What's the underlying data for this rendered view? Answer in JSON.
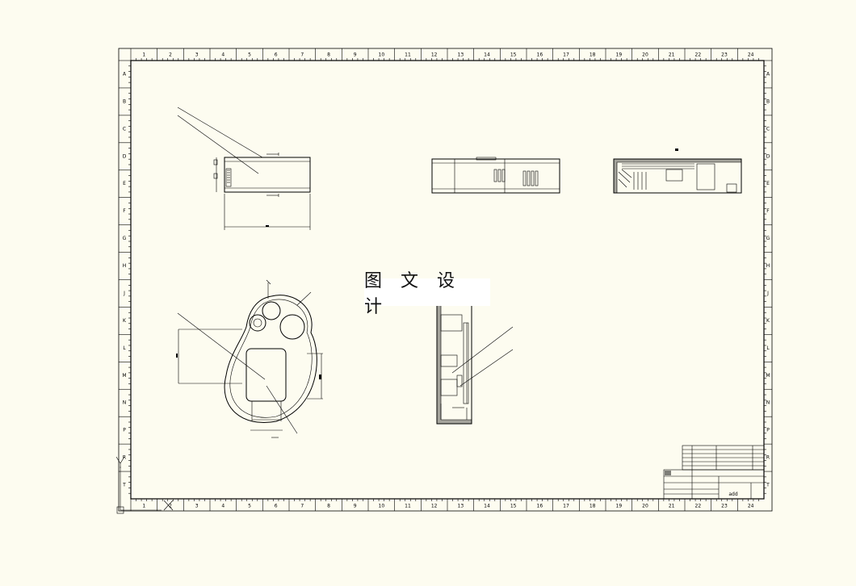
{
  "sheet": {
    "columns": [
      "1",
      "2",
      "3",
      "4",
      "5",
      "6",
      "7",
      "8",
      "9",
      "10",
      "11",
      "12",
      "13",
      "14",
      "15",
      "16",
      "17",
      "18",
      "19",
      "20",
      "21",
      "22",
      "23",
      "24"
    ],
    "rows": [
      "A",
      "B",
      "C",
      "D",
      "E",
      "F",
      "G",
      "H",
      "J",
      "K",
      "L",
      "M",
      "N",
      "P",
      "R",
      "T"
    ]
  },
  "watermark": {
    "text": "图 文 设 计"
  },
  "title_block": {
    "drawing_name": "add"
  }
}
